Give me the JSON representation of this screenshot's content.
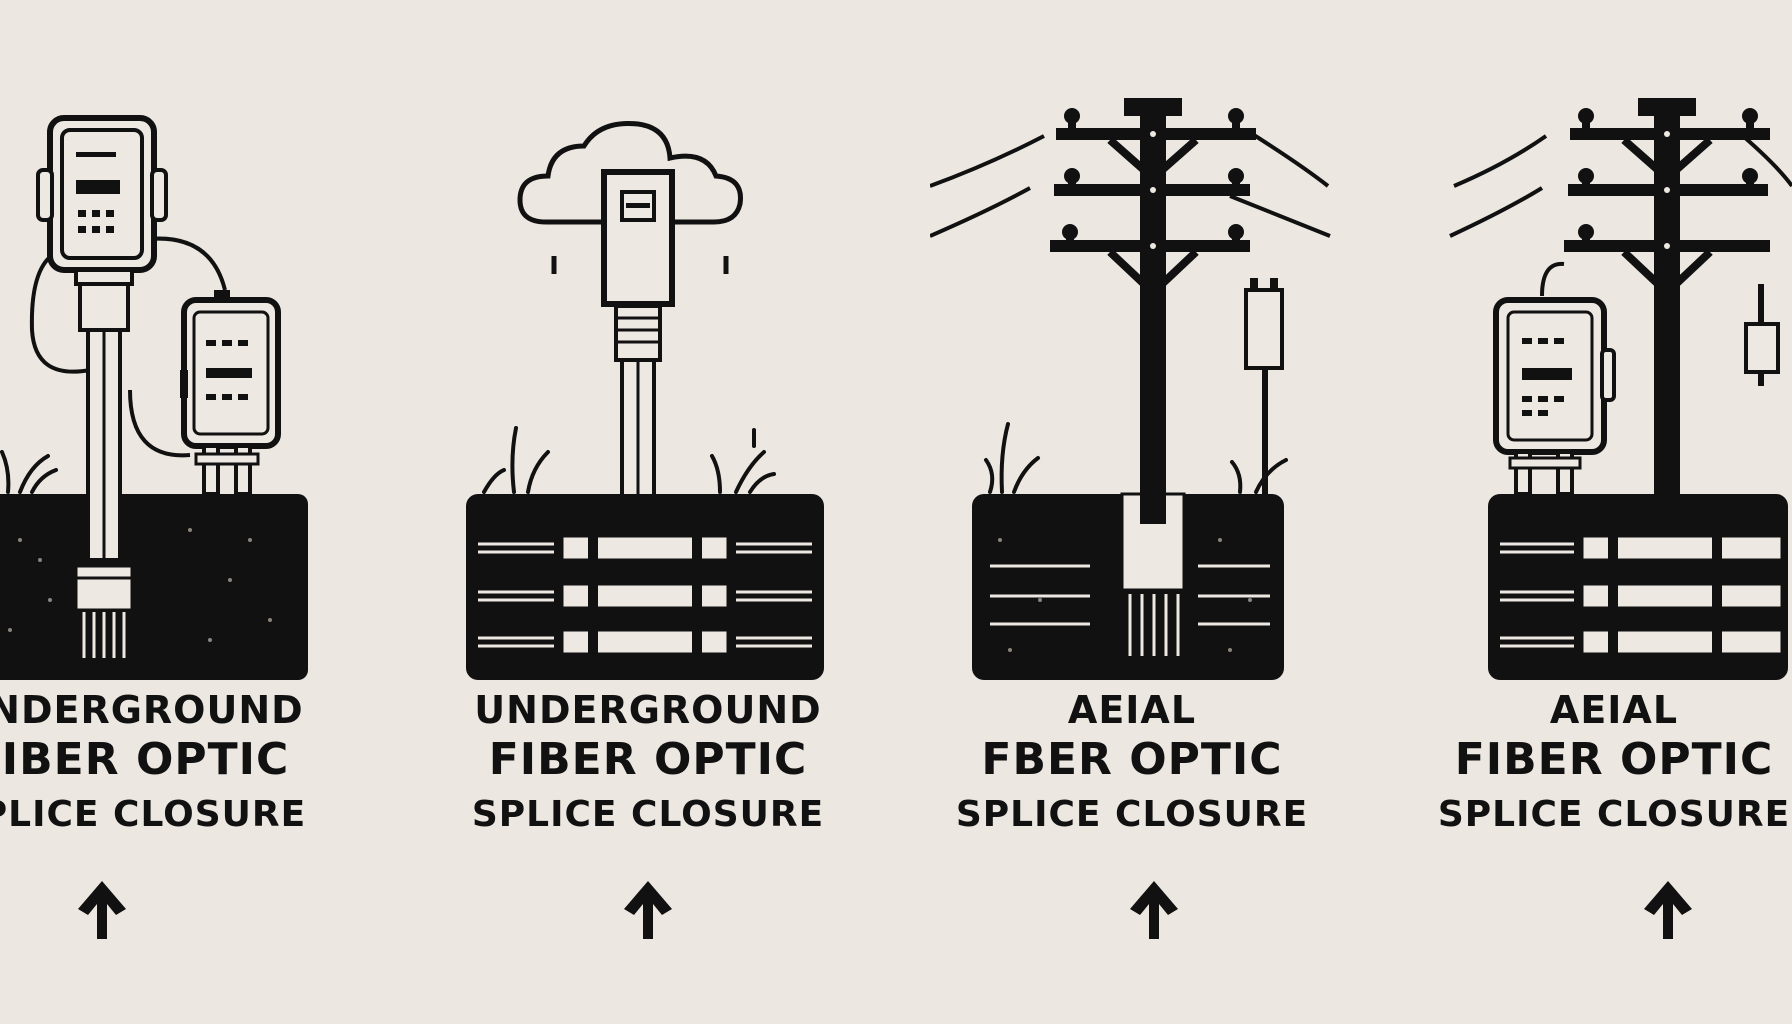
{
  "panels": [
    {
      "line1": "UNDERGROUND",
      "line2": "FIBER OPTIC",
      "line3": "SPLICE CLOSURE",
      "arrow_icon": "arrow-up-icon"
    },
    {
      "line1": "UNDERGROUND",
      "line2": "FIBER OPTIC",
      "line3": "SPLICE CLOSURE",
      "arrow_icon": "arrow-up-icon"
    },
    {
      "line1": "AEIAL",
      "line2": "FBER OPTIC",
      "line3": "SPLICE CLOSURE",
      "arrow_icon": "arrow-up-icon"
    },
    {
      "line1": "AEIAL",
      "line2": "FIBER OPTIC",
      "line3": "SPLICE CLOSURE",
      "arrow_icon": "arrow-up-icon"
    }
  ],
  "colors": {
    "background": "#ece7e1",
    "ink": "#111111",
    "box_fill": "#ede8e2"
  }
}
